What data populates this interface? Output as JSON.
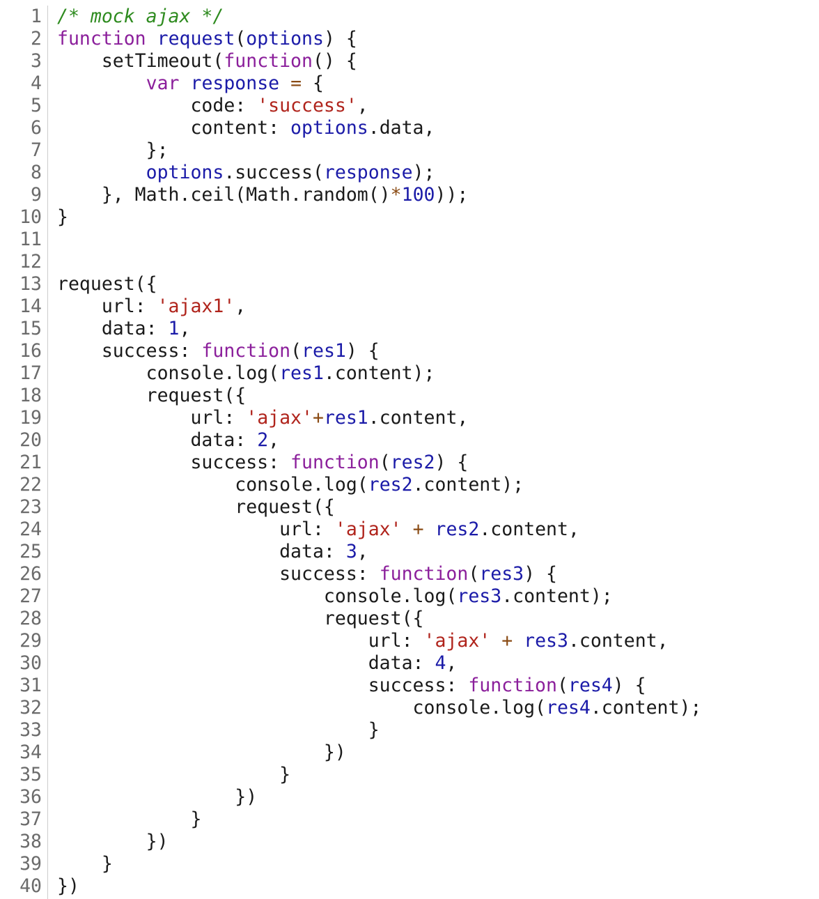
{
  "editor": {
    "language": "javascript",
    "colors": {
      "comment": "#2e8b1f",
      "keyword": "#8b1f9b",
      "variable": "#1b1ba8",
      "string": "#b0241c",
      "number": "#1b1ba8",
      "operator": "#8a4b14",
      "plain": "#1a1a1a",
      "line_number": "#6b6b6b"
    },
    "lines": [
      {
        "n": "1",
        "tokens": [
          [
            "comment",
            "/* mock ajax */"
          ]
        ]
      },
      {
        "n": "2",
        "tokens": [
          [
            "keyword",
            "function"
          ],
          [
            "plain",
            " "
          ],
          [
            "def",
            "request"
          ],
          [
            "plain",
            "("
          ],
          [
            "def",
            "options"
          ],
          [
            "plain",
            ") {"
          ]
        ]
      },
      {
        "n": "3",
        "tokens": [
          [
            "plain",
            "    setTimeout("
          ],
          [
            "keyword",
            "function"
          ],
          [
            "plain",
            "() {"
          ]
        ]
      },
      {
        "n": "4",
        "tokens": [
          [
            "plain",
            "        "
          ],
          [
            "keyword",
            "var"
          ],
          [
            "plain",
            " "
          ],
          [
            "def",
            "response"
          ],
          [
            "plain",
            " "
          ],
          [
            "operator",
            "="
          ],
          [
            "plain",
            " {"
          ]
        ]
      },
      {
        "n": "5",
        "tokens": [
          [
            "plain",
            "            code: "
          ],
          [
            "string",
            "'success'"
          ],
          [
            "plain",
            ","
          ]
        ]
      },
      {
        "n": "6",
        "tokens": [
          [
            "plain",
            "            content: "
          ],
          [
            "variable",
            "options"
          ],
          [
            "plain",
            ".data,"
          ]
        ]
      },
      {
        "n": "7",
        "tokens": [
          [
            "plain",
            "        };"
          ]
        ]
      },
      {
        "n": "8",
        "tokens": [
          [
            "plain",
            "        "
          ],
          [
            "variable",
            "options"
          ],
          [
            "plain",
            ".success("
          ],
          [
            "variable",
            "response"
          ],
          [
            "plain",
            ");"
          ]
        ]
      },
      {
        "n": "9",
        "tokens": [
          [
            "plain",
            "    }, Math.ceil(Math.random()"
          ],
          [
            "operator",
            "*"
          ],
          [
            "number",
            "100"
          ],
          [
            "plain",
            "));"
          ]
        ]
      },
      {
        "n": "10",
        "tokens": [
          [
            "plain",
            "}"
          ]
        ]
      },
      {
        "n": "11",
        "tokens": []
      },
      {
        "n": "12",
        "tokens": []
      },
      {
        "n": "13",
        "tokens": [
          [
            "plain",
            "request({"
          ]
        ]
      },
      {
        "n": "14",
        "tokens": [
          [
            "plain",
            "    url: "
          ],
          [
            "string",
            "'ajax1'"
          ],
          [
            "plain",
            ","
          ]
        ]
      },
      {
        "n": "15",
        "tokens": [
          [
            "plain",
            "    data: "
          ],
          [
            "number",
            "1"
          ],
          [
            "plain",
            ","
          ]
        ]
      },
      {
        "n": "16",
        "tokens": [
          [
            "plain",
            "    success: "
          ],
          [
            "keyword",
            "function"
          ],
          [
            "plain",
            "("
          ],
          [
            "def",
            "res1"
          ],
          [
            "plain",
            ") {"
          ]
        ]
      },
      {
        "n": "17",
        "tokens": [
          [
            "plain",
            "        console.log("
          ],
          [
            "variable",
            "res1"
          ],
          [
            "plain",
            ".content);"
          ]
        ]
      },
      {
        "n": "18",
        "tokens": [
          [
            "plain",
            "        request({"
          ]
        ]
      },
      {
        "n": "19",
        "tokens": [
          [
            "plain",
            "            url: "
          ],
          [
            "string",
            "'ajax'"
          ],
          [
            "operator",
            "+"
          ],
          [
            "variable",
            "res1"
          ],
          [
            "plain",
            ".content,"
          ]
        ]
      },
      {
        "n": "20",
        "tokens": [
          [
            "plain",
            "            data: "
          ],
          [
            "number",
            "2"
          ],
          [
            "plain",
            ","
          ]
        ]
      },
      {
        "n": "21",
        "tokens": [
          [
            "plain",
            "            success: "
          ],
          [
            "keyword",
            "function"
          ],
          [
            "plain",
            "("
          ],
          [
            "def",
            "res2"
          ],
          [
            "plain",
            ") {"
          ]
        ]
      },
      {
        "n": "22",
        "tokens": [
          [
            "plain",
            "                console.log("
          ],
          [
            "variable",
            "res2"
          ],
          [
            "plain",
            ".content);"
          ]
        ]
      },
      {
        "n": "23",
        "tokens": [
          [
            "plain",
            "                request({"
          ]
        ]
      },
      {
        "n": "24",
        "tokens": [
          [
            "plain",
            "                    url: "
          ],
          [
            "string",
            "'ajax'"
          ],
          [
            "plain",
            " "
          ],
          [
            "operator",
            "+"
          ],
          [
            "plain",
            " "
          ],
          [
            "variable",
            "res2"
          ],
          [
            "plain",
            ".content,"
          ]
        ]
      },
      {
        "n": "25",
        "tokens": [
          [
            "plain",
            "                    data: "
          ],
          [
            "number",
            "3"
          ],
          [
            "plain",
            ","
          ]
        ]
      },
      {
        "n": "26",
        "tokens": [
          [
            "plain",
            "                    success: "
          ],
          [
            "keyword",
            "function"
          ],
          [
            "plain",
            "("
          ],
          [
            "def",
            "res3"
          ],
          [
            "plain",
            ") {"
          ]
        ]
      },
      {
        "n": "27",
        "tokens": [
          [
            "plain",
            "                        console.log("
          ],
          [
            "variable",
            "res3"
          ],
          [
            "plain",
            ".content);"
          ]
        ]
      },
      {
        "n": "28",
        "tokens": [
          [
            "plain",
            "                        request({"
          ]
        ]
      },
      {
        "n": "29",
        "tokens": [
          [
            "plain",
            "                            url: "
          ],
          [
            "string",
            "'ajax'"
          ],
          [
            "plain",
            " "
          ],
          [
            "operator",
            "+"
          ],
          [
            "plain",
            " "
          ],
          [
            "variable",
            "res3"
          ],
          [
            "plain",
            ".content,"
          ]
        ]
      },
      {
        "n": "30",
        "tokens": [
          [
            "plain",
            "                            data: "
          ],
          [
            "number",
            "4"
          ],
          [
            "plain",
            ","
          ]
        ]
      },
      {
        "n": "31",
        "tokens": [
          [
            "plain",
            "                            success: "
          ],
          [
            "keyword",
            "function"
          ],
          [
            "plain",
            "("
          ],
          [
            "def",
            "res4"
          ],
          [
            "plain",
            ") {"
          ]
        ]
      },
      {
        "n": "32",
        "tokens": [
          [
            "plain",
            "                                console.log("
          ],
          [
            "variable",
            "res4"
          ],
          [
            "plain",
            ".content);"
          ]
        ]
      },
      {
        "n": "33",
        "tokens": [
          [
            "plain",
            "                            }"
          ]
        ]
      },
      {
        "n": "34",
        "tokens": [
          [
            "plain",
            "                        })"
          ]
        ]
      },
      {
        "n": "35",
        "tokens": [
          [
            "plain",
            "                    }"
          ]
        ]
      },
      {
        "n": "36",
        "tokens": [
          [
            "plain",
            "                })"
          ]
        ]
      },
      {
        "n": "37",
        "tokens": [
          [
            "plain",
            "            }"
          ]
        ]
      },
      {
        "n": "38",
        "tokens": [
          [
            "plain",
            "        })"
          ]
        ]
      },
      {
        "n": "39",
        "tokens": [
          [
            "plain",
            "    }"
          ]
        ]
      },
      {
        "n": "40",
        "tokens": [
          [
            "plain",
            "})"
          ]
        ]
      }
    ]
  }
}
